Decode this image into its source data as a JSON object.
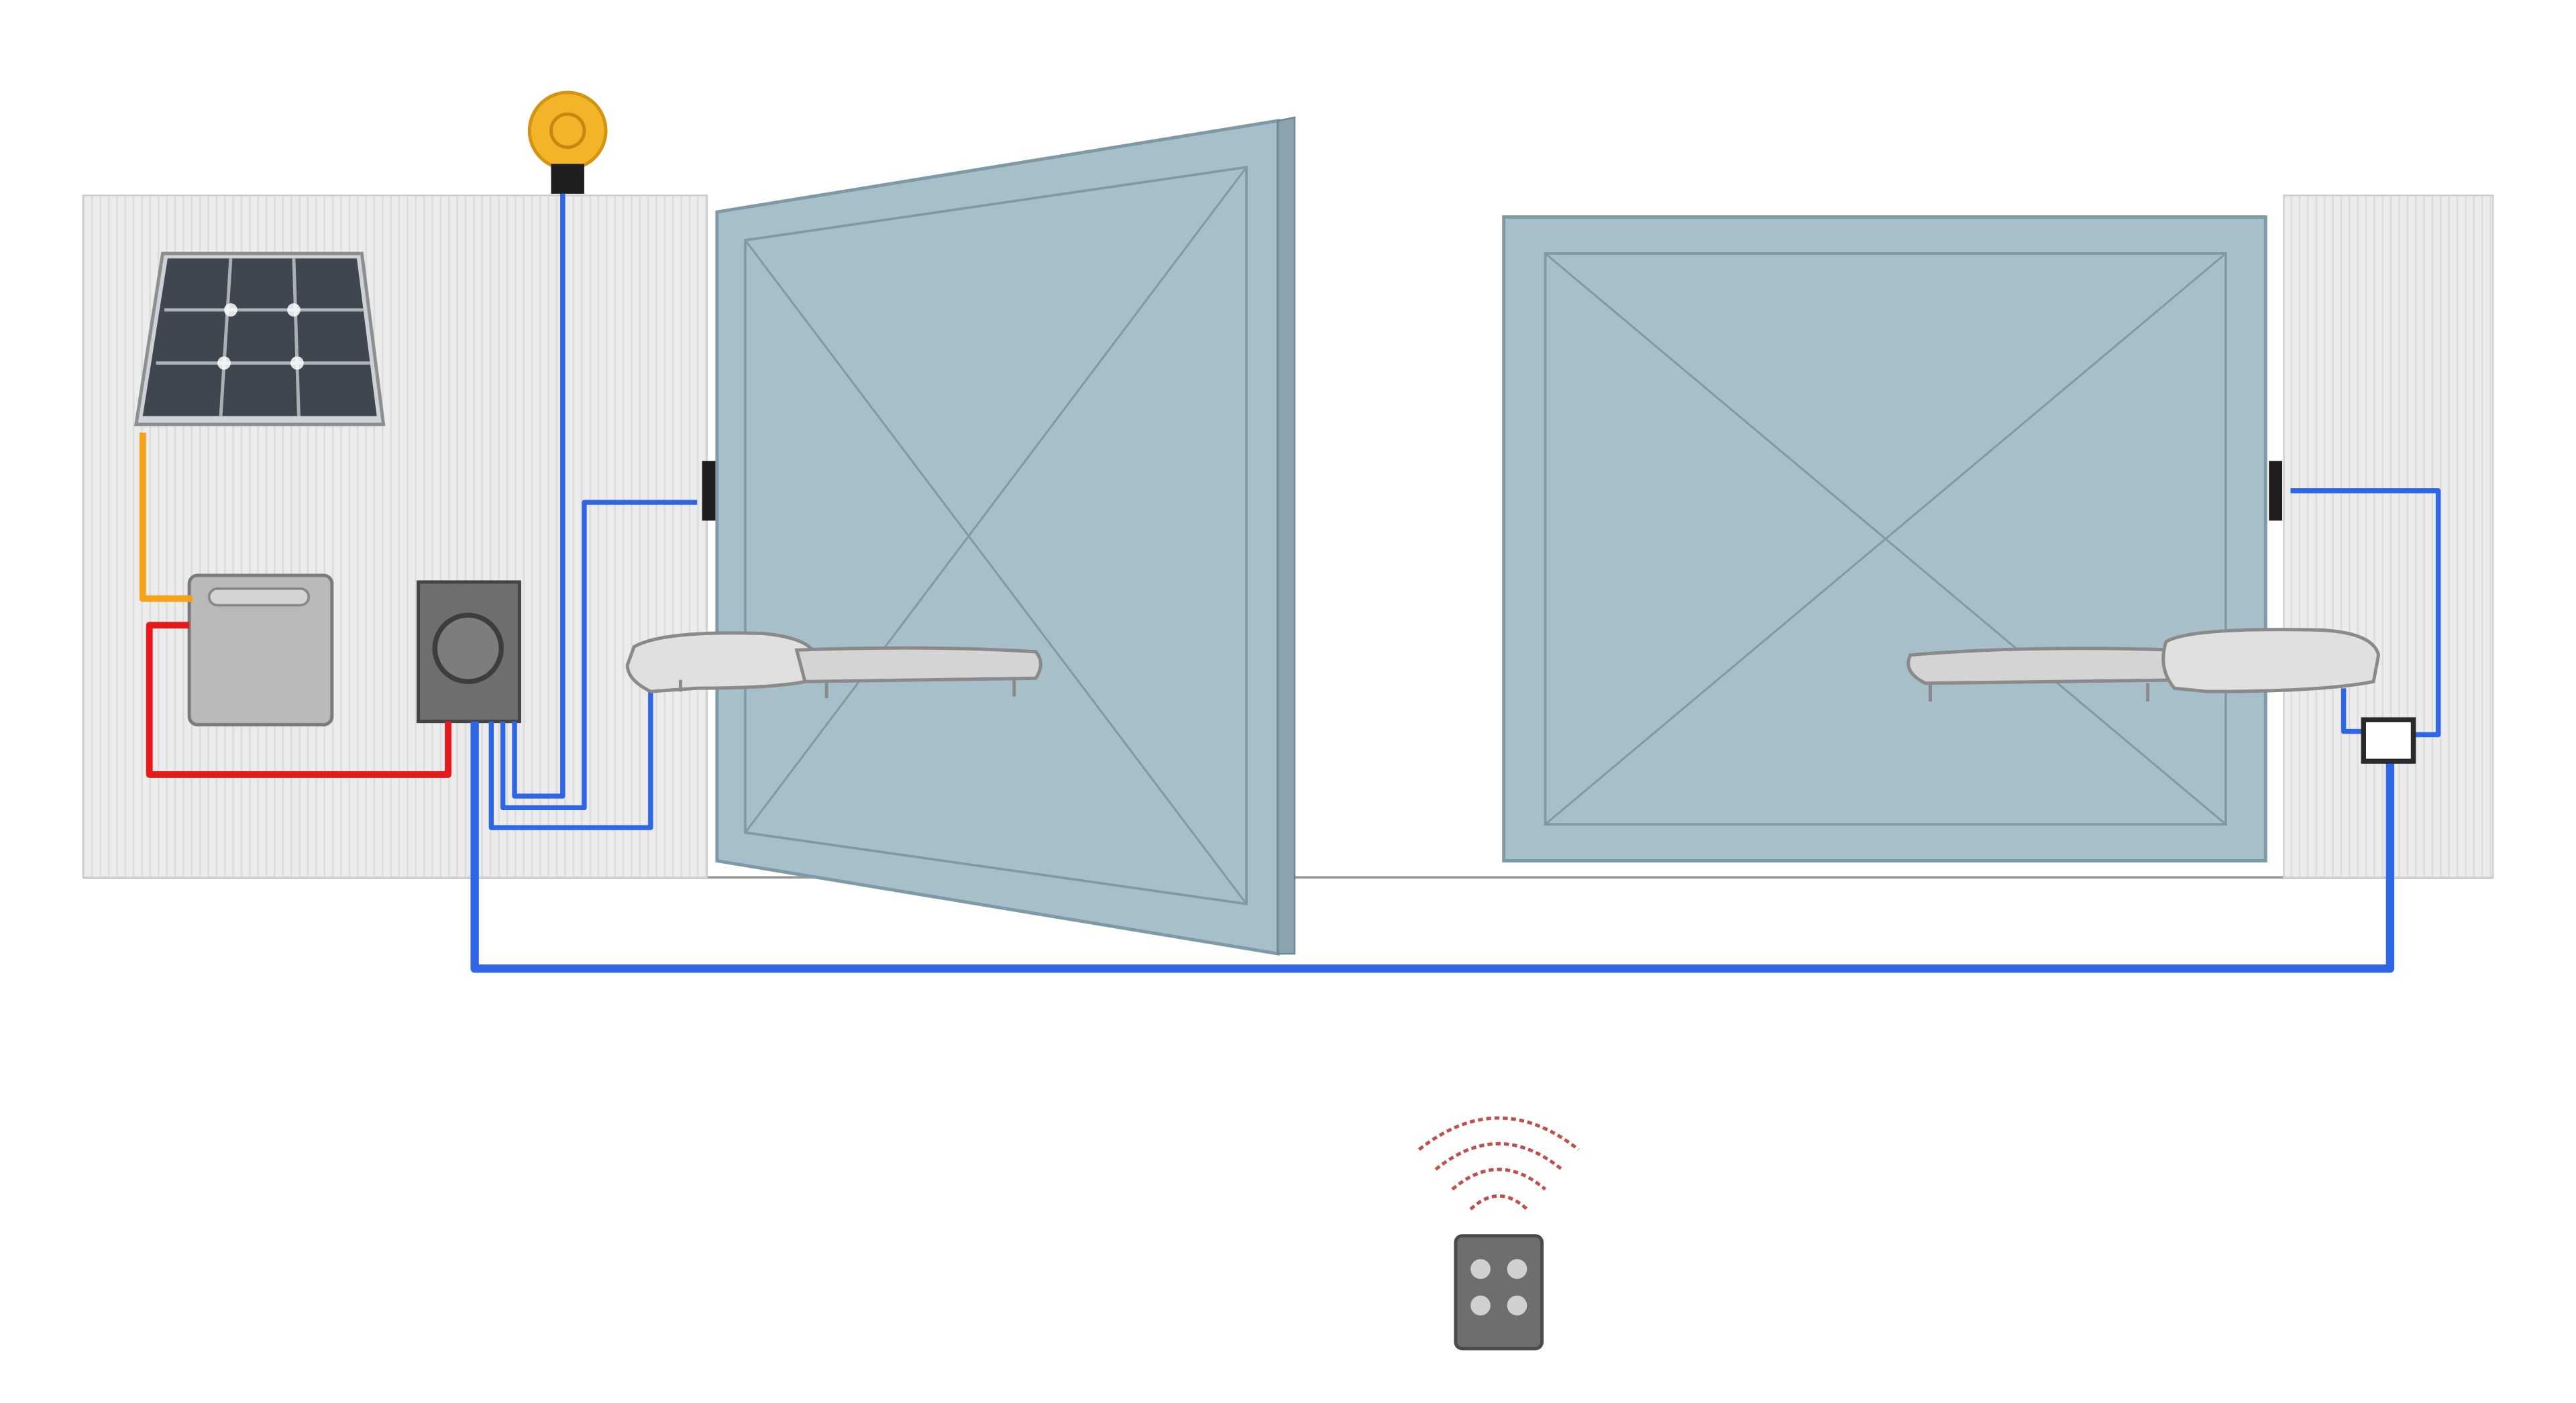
{
  "diagram": {
    "type": "automatic-swing-gate-installation",
    "components": [
      "solar-panel",
      "battery-box",
      "control-box",
      "warning-lamp",
      "left-gate-leaf",
      "right-gate-leaf",
      "left-gate-opener-arm",
      "right-gate-opener-arm",
      "left-photocell",
      "right-photocell",
      "junction-box",
      "remote-control"
    ],
    "colors": {
      "background": "#ffffff",
      "wall": "#ececec",
      "wall_stripe": "#dcdcdc",
      "gate_fill": "#a7bfc8",
      "gate_edge": "#7f9aa4",
      "gate_post": "#8aa3ad",
      "wire_signal": "#2f66e6",
      "wire_solar": "#f2a21b",
      "wire_power": "#e51b1b",
      "lamp": "#f2b52a",
      "device_gray": "#b9b9b9",
      "device_dark": "#6e6e6e",
      "solar_cell": "#3e4650",
      "signal_waves": "#c0504d"
    }
  }
}
